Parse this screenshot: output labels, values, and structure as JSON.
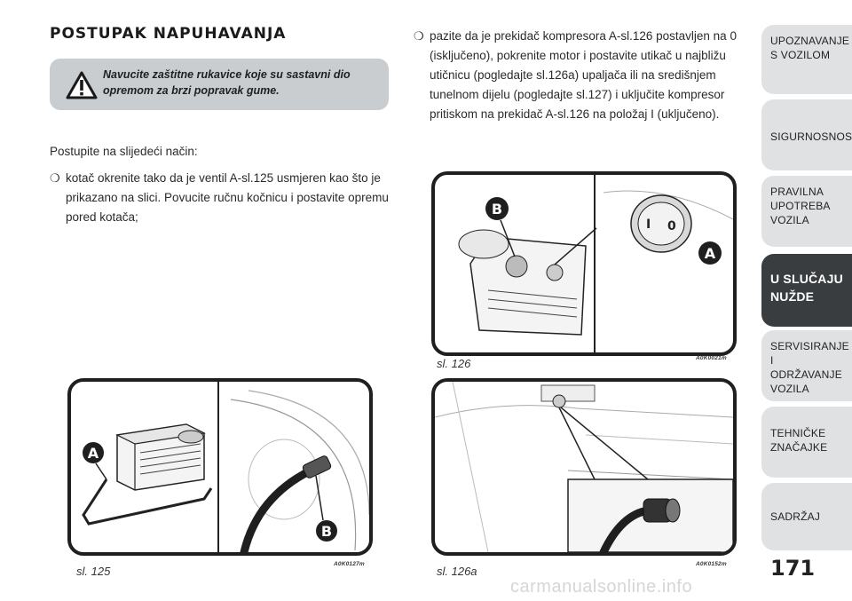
{
  "section_title": "POSTUPAK NAPUHAVANJA",
  "warning": {
    "text": "Navucite zaštitne rukavice koje su sastavni dio opremom za brzi popravak gume.",
    "icon": "warning-triangle-icon"
  },
  "intro": "Postupite na slijedeći način:",
  "bullets": [
    "kotač okrenite tako da je ventil A-sl.125 usmjeren kao što je prikazano na slici. Povucite ručnu kočnicu i postavite opremu pored kotača;",
    "pazite da je prekidač kompresora A-sl.126 postavljen na 0 (isključeno), pokrenite motor i postavite utikač u najbližu utičnicu (pogledajte sl.126a) upaljača ili na središnjem tunelnom dijelu (pogledajte sl.127) i uključite kompresor pritiskom na prekidač A-sl.126 na položaj I (uključeno)."
  ],
  "bullet_symbol": "❍",
  "figures": {
    "fig125": {
      "caption": "sl. 125",
      "code": "A0K0127m",
      "labels": [
        "A",
        "B"
      ]
    },
    "fig126": {
      "caption": "sl. 126",
      "code": "A0K0021m",
      "labels": [
        "B",
        "A"
      ],
      "switch_marks": [
        "I",
        "0"
      ]
    },
    "fig126a": {
      "caption": "sl. 126a",
      "code": "A0K0152m"
    }
  },
  "sidebar": {
    "tabs": [
      {
        "label": "UPOZNAVANJE\nS VOZILOM"
      },
      {
        "label": "SIGURNOSNOST"
      },
      {
        "label": "PRAVILNA\nUPOTREBA\nVOZILA"
      },
      {
        "label": "U SLUČAJU\nNUŽDE"
      },
      {
        "label": "SERVISIRANJE I\nODRŽAVANJE\nVOZILA"
      },
      {
        "label": "TEHNIČKE\nZNAČAJKE"
      },
      {
        "label": "SADRŽAJ"
      }
    ]
  },
  "page_number": "171",
  "watermark": "carmanualsonline.info"
}
